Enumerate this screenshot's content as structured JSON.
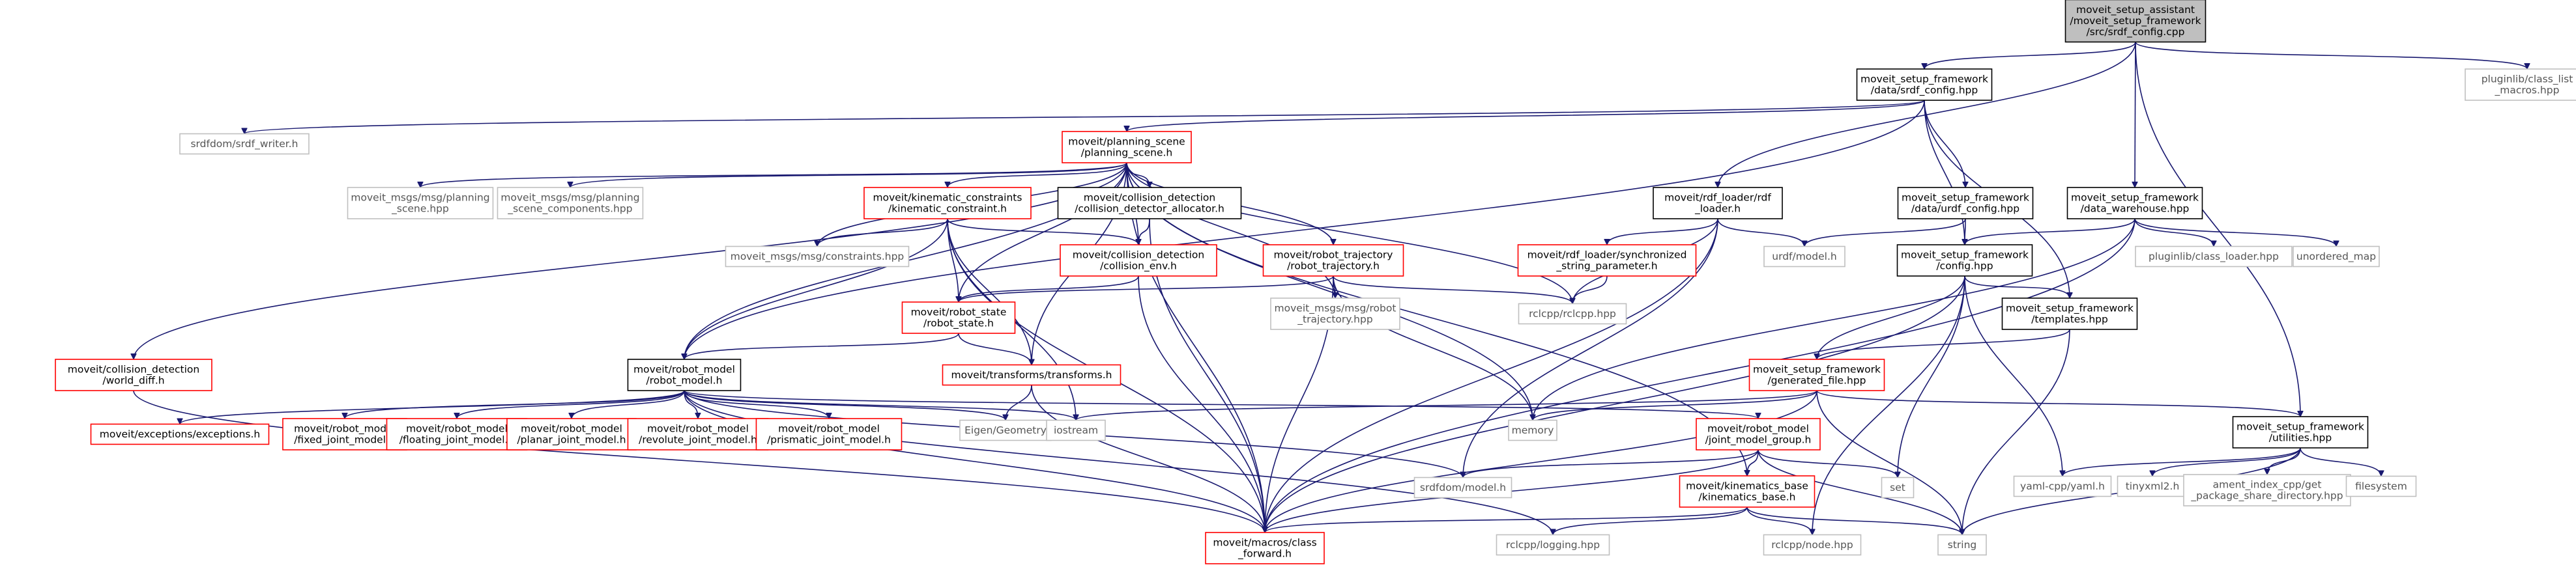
{
  "colors": {
    "root_fill": "#bfbfbf",
    "normal_fill": "#ffffff",
    "normal_stroke": "#000000",
    "truncated_stroke": "#ff0000",
    "external_stroke": "#bfbfbf",
    "external_text": "#555555",
    "edge": "#191970"
  },
  "nodes": [
    {
      "id": "root",
      "kind": "root",
      "lines": [
        "moveit_setup_assistant",
        "/moveit_setup_framework",
        "/src/srdf_config.cpp"
      ]
    },
    {
      "id": "srdf_config_hpp",
      "kind": "normal",
      "lines": [
        "moveit_setup_framework",
        "/data/srdf_config.hpp"
      ]
    },
    {
      "id": "pluginlib_class_list_macros",
      "kind": "external",
      "lines": [
        "pluginlib/class_list",
        "_macros.hpp"
      ]
    },
    {
      "id": "srdf_writer",
      "kind": "external",
      "lines": [
        "srdfdom/srdf_writer.h"
      ]
    },
    {
      "id": "planning_scene",
      "kind": "truncated",
      "lines": [
        "moveit/planning_scene",
        "/planning_scene.h"
      ]
    },
    {
      "id": "rdf_loader",
      "kind": "normal",
      "lines": [
        "moveit/rdf_loader/rdf",
        "_loader.h"
      ]
    },
    {
      "id": "urdf_config_hpp",
      "kind": "normal",
      "lines": [
        "moveit_setup_framework",
        "/data/urdf_config.hpp"
      ]
    },
    {
      "id": "data_warehouse_hpp",
      "kind": "normal",
      "lines": [
        "moveit_setup_framework",
        "/data_warehouse.hpp"
      ]
    },
    {
      "id": "msgs_planning_scene",
      "kind": "external",
      "lines": [
        "moveit_msgs/msg/planning",
        "_scene.hpp"
      ]
    },
    {
      "id": "msgs_planning_scene_components",
      "kind": "external",
      "lines": [
        "moveit_msgs/msg/planning",
        "_scene_components.hpp"
      ]
    },
    {
      "id": "kinematic_constraint",
      "kind": "truncated",
      "lines": [
        "moveit/kinematic_constraints",
        "/kinematic_constraint.h"
      ]
    },
    {
      "id": "collision_detector_allocator",
      "kind": "normal",
      "lines": [
        "moveit/collision_detection",
        "/collision_detector_allocator.h"
      ]
    },
    {
      "id": "robot_trajectory",
      "kind": "truncated",
      "lines": [
        "moveit/robot_trajectory",
        "/robot_trajectory.h"
      ]
    },
    {
      "id": "synchronized_string_parameter",
      "kind": "truncated",
      "lines": [
        "moveit/rdf_loader/synchronized",
        "_string_parameter.h"
      ]
    },
    {
      "id": "urdf_model",
      "kind": "external",
      "lines": [
        "urdf/model.h"
      ]
    },
    {
      "id": "config_hpp",
      "kind": "normal",
      "lines": [
        "moveit_setup_framework",
        "/config.hpp"
      ]
    },
    {
      "id": "pluginlib_class_loader",
      "kind": "external",
      "lines": [
        "pluginlib/class_loader.hpp"
      ]
    },
    {
      "id": "unordered_map",
      "kind": "external",
      "lines": [
        "unordered_map"
      ]
    },
    {
      "id": "msgs_constraints",
      "kind": "external",
      "lines": [
        "moveit_msgs/msg/constraints.hpp"
      ]
    },
    {
      "id": "collision_env",
      "kind": "truncated",
      "lines": [
        "moveit/collision_detection",
        "/collision_env.h"
      ]
    },
    {
      "id": "msgs_robot_trajectory",
      "kind": "external",
      "lines": [
        "moveit_msgs/msg/robot",
        "_trajectory.hpp"
      ]
    },
    {
      "id": "rclcpp_hpp",
      "kind": "external",
      "lines": [
        "rclcpp/rclcpp.hpp"
      ]
    },
    {
      "id": "templates_hpp",
      "kind": "normal",
      "lines": [
        "moveit_setup_framework",
        "/templates.hpp"
      ]
    },
    {
      "id": "world_diff",
      "kind": "truncated",
      "lines": [
        "moveit/collision_detection",
        "/world_diff.h"
      ]
    },
    {
      "id": "robot_state",
      "kind": "truncated",
      "lines": [
        "moveit/robot_state",
        "/robot_state.h"
      ]
    },
    {
      "id": "transforms",
      "kind": "truncated",
      "lines": [
        "moveit/transforms/transforms.h"
      ]
    },
    {
      "id": "generated_file_hpp",
      "kind": "truncated",
      "lines": [
        "moveit_setup_framework",
        "/generated_file.hpp"
      ]
    },
    {
      "id": "robot_model",
      "kind": "normal",
      "lines": [
        "moveit/robot_model",
        "/robot_model.h"
      ]
    },
    {
      "id": "utilities_hpp",
      "kind": "normal",
      "lines": [
        "moveit_setup_framework",
        "/utilities.hpp"
      ]
    },
    {
      "id": "exceptions",
      "kind": "truncated",
      "lines": [
        "moveit/exceptions/exceptions.h"
      ]
    },
    {
      "id": "fixed_joint_model",
      "kind": "truncated",
      "lines": [
        "moveit/robot_model",
        "/fixed_joint_model.h"
      ]
    },
    {
      "id": "floating_joint_model",
      "kind": "truncated",
      "lines": [
        "moveit/robot_model",
        "/floating_joint_model.h"
      ]
    },
    {
      "id": "planar_joint_model",
      "kind": "truncated",
      "lines": [
        "moveit/robot_model",
        "/planar_joint_model.h"
      ]
    },
    {
      "id": "revolute_joint_model",
      "kind": "truncated",
      "lines": [
        "moveit/robot_model",
        "/revolute_joint_model.h"
      ]
    },
    {
      "id": "prismatic_joint_model",
      "kind": "truncated",
      "lines": [
        "moveit/robot_model",
        "/prismatic_joint_model.h"
      ]
    },
    {
      "id": "eigen_geometry",
      "kind": "external",
      "lines": [
        "Eigen/Geometry"
      ]
    },
    {
      "id": "iostream",
      "kind": "external",
      "lines": [
        "iostream"
      ]
    },
    {
      "id": "memory",
      "kind": "external",
      "lines": [
        "memory"
      ]
    },
    {
      "id": "joint_model_group",
      "kind": "truncated",
      "lines": [
        "moveit/robot_model",
        "/joint_model_group.h"
      ]
    },
    {
      "id": "yaml_cpp",
      "kind": "external",
      "lines": [
        "yaml-cpp/yaml.h"
      ]
    },
    {
      "id": "tinyxml2",
      "kind": "external",
      "lines": [
        "tinyxml2.h"
      ]
    },
    {
      "id": "ament_index",
      "kind": "external",
      "lines": [
        "ament_index_cpp/get",
        "_package_share_directory.hpp"
      ]
    },
    {
      "id": "filesystem",
      "kind": "external",
      "lines": [
        "filesystem"
      ]
    },
    {
      "id": "srdfdom_model",
      "kind": "external",
      "lines": [
        "srdfdom/model.h"
      ]
    },
    {
      "id": "kinematics_base",
      "kind": "truncated",
      "lines": [
        "moveit/kinematics_base",
        "/kinematics_base.h"
      ]
    },
    {
      "id": "set",
      "kind": "external",
      "lines": [
        "set"
      ]
    },
    {
      "id": "class_forward",
      "kind": "truncated",
      "lines": [
        "moveit/macros/class",
        "_forward.h"
      ]
    },
    {
      "id": "rclcpp_logging",
      "kind": "external",
      "lines": [
        "rclcpp/logging.hpp"
      ]
    },
    {
      "id": "rclcpp_node",
      "kind": "external",
      "lines": [
        "rclcpp/node.hpp"
      ]
    },
    {
      "id": "string",
      "kind": "external",
      "lines": [
        "string"
      ]
    }
  ],
  "edges": [
    [
      "root",
      "srdf_config_hpp"
    ],
    [
      "root",
      "pluginlib_class_list_macros"
    ],
    [
      "root",
      "rdf_loader"
    ],
    [
      "root",
      "data_warehouse_hpp"
    ],
    [
      "root",
      "utilities_hpp"
    ],
    [
      "srdf_config_hpp",
      "srdf_writer"
    ],
    [
      "srdf_config_hpp",
      "planning_scene"
    ],
    [
      "srdf_config_hpp",
      "robot_model"
    ],
    [
      "srdf_config_hpp",
      "urdf_config_hpp"
    ],
    [
      "srdf_config_hpp",
      "config_hpp"
    ],
    [
      "srdf_config_hpp",
      "templates_hpp"
    ],
    [
      "planning_scene",
      "msgs_planning_scene"
    ],
    [
      "planning_scene",
      "msgs_planning_scene_components"
    ],
    [
      "planning_scene",
      "kinematic_constraint"
    ],
    [
      "planning_scene",
      "collision_detector_allocator"
    ],
    [
      "planning_scene",
      "robot_trajectory"
    ],
    [
      "planning_scene",
      "collision_env"
    ],
    [
      "planning_scene",
      "msgs_constraints"
    ],
    [
      "planning_scene",
      "world_diff"
    ],
    [
      "planning_scene",
      "robot_state"
    ],
    [
      "planning_scene",
      "transforms"
    ],
    [
      "planning_scene",
      "robot_model"
    ],
    [
      "planning_scene",
      "memory"
    ],
    [
      "planning_scene",
      "rclcpp_hpp"
    ],
    [
      "planning_scene",
      "msgs_robot_trajectory"
    ],
    [
      "planning_scene",
      "kinematics_base"
    ],
    [
      "planning_scene",
      "class_forward"
    ],
    [
      "kinematic_constraint",
      "msgs_constraints"
    ],
    [
      "kinematic_constraint",
      "collision_env"
    ],
    [
      "kinematic_constraint",
      "robot_state"
    ],
    [
      "kinematic_constraint",
      "robot_model"
    ],
    [
      "kinematic_constraint",
      "transforms"
    ],
    [
      "kinematic_constraint",
      "iostream"
    ],
    [
      "kinematic_constraint",
      "class_forward"
    ],
    [
      "collision_detector_allocator",
      "collision_env"
    ],
    [
      "collision_detector_allocator",
      "class_forward"
    ],
    [
      "collision_env",
      "robot_state"
    ],
    [
      "collision_env",
      "class_forward"
    ],
    [
      "robot_trajectory",
      "msgs_robot_trajectory"
    ],
    [
      "robot_trajectory",
      "robot_state"
    ],
    [
      "robot_trajectory",
      "rclcpp_hpp"
    ],
    [
      "robot_trajectory",
      "memory"
    ],
    [
      "robot_trajectory",
      "class_forward"
    ],
    [
      "rdf_loader",
      "synchronized_string_parameter"
    ],
    [
      "rdf_loader",
      "urdf_model"
    ],
    [
      "rdf_loader",
      "rclcpp_hpp"
    ],
    [
      "rdf_loader",
      "srdfdom_model"
    ],
    [
      "rdf_loader",
      "class_forward"
    ],
    [
      "synchronized_string_parameter",
      "rclcpp_hpp"
    ],
    [
      "urdf_config_hpp",
      "urdf_model"
    ],
    [
      "urdf_config_hpp",
      "config_hpp"
    ],
    [
      "data_warehouse_hpp",
      "config_hpp"
    ],
    [
      "data_warehouse_hpp",
      "pluginlib_class_loader"
    ],
    [
      "data_warehouse_hpp",
      "unordered_map"
    ],
    [
      "data_warehouse_hpp",
      "memory"
    ],
    [
      "data_warehouse_hpp",
      "class_forward"
    ],
    [
      "config_hpp",
      "templates_hpp"
    ],
    [
      "config_hpp",
      "generated_file_hpp"
    ],
    [
      "config_hpp",
      "yaml_cpp"
    ],
    [
      "config_hpp",
      "set"
    ],
    [
      "config_hpp",
      "rclcpp_node"
    ],
    [
      "config_hpp",
      "class_forward"
    ],
    [
      "templates_hpp",
      "generated_file_hpp"
    ],
    [
      "templates_hpp",
      "string"
    ],
    [
      "world_diff",
      "class_forward"
    ],
    [
      "robot_state",
      "robot_model"
    ],
    [
      "robot_state",
      "transforms"
    ],
    [
      "transforms",
      "eigen_geometry"
    ],
    [
      "transforms",
      "class_forward"
    ],
    [
      "generated_file_hpp",
      "utilities_hpp"
    ],
    [
      "generated_file_hpp",
      "memory"
    ],
    [
      "generated_file_hpp",
      "iostream"
    ],
    [
      "generated_file_hpp",
      "string"
    ],
    [
      "generated_file_hpp",
      "class_forward"
    ],
    [
      "robot_model",
      "exceptions"
    ],
    [
      "robot_model",
      "fixed_joint_model"
    ],
    [
      "robot_model",
      "floating_joint_model"
    ],
    [
      "robot_model",
      "planar_joint_model"
    ],
    [
      "robot_model",
      "revolute_joint_model"
    ],
    [
      "robot_model",
      "prismatic_joint_model"
    ],
    [
      "robot_model",
      "eigen_geometry"
    ],
    [
      "robot_model",
      "iostream"
    ],
    [
      "robot_model",
      "joint_model_group"
    ],
    [
      "robot_model",
      "srdfdom_model"
    ],
    [
      "robot_model",
      "class_forward"
    ],
    [
      "robot_model",
      "rclcpp_logging"
    ],
    [
      "utilities_hpp",
      "yaml_cpp"
    ],
    [
      "utilities_hpp",
      "tinyxml2"
    ],
    [
      "utilities_hpp",
      "ament_index"
    ],
    [
      "utilities_hpp",
      "filesystem"
    ],
    [
      "utilities_hpp",
      "string"
    ],
    [
      "joint_model_group",
      "kinematics_base"
    ],
    [
      "joint_model_group",
      "srdfdom_model"
    ],
    [
      "joint_model_group",
      "set"
    ],
    [
      "joint_model_group",
      "string"
    ],
    [
      "joint_model_group",
      "class_forward"
    ],
    [
      "kinematics_base",
      "rclcpp_logging"
    ],
    [
      "kinematics_base",
      "rclcpp_node"
    ],
    [
      "kinematics_base",
      "string"
    ],
    [
      "kinematics_base",
      "class_forward"
    ]
  ]
}
